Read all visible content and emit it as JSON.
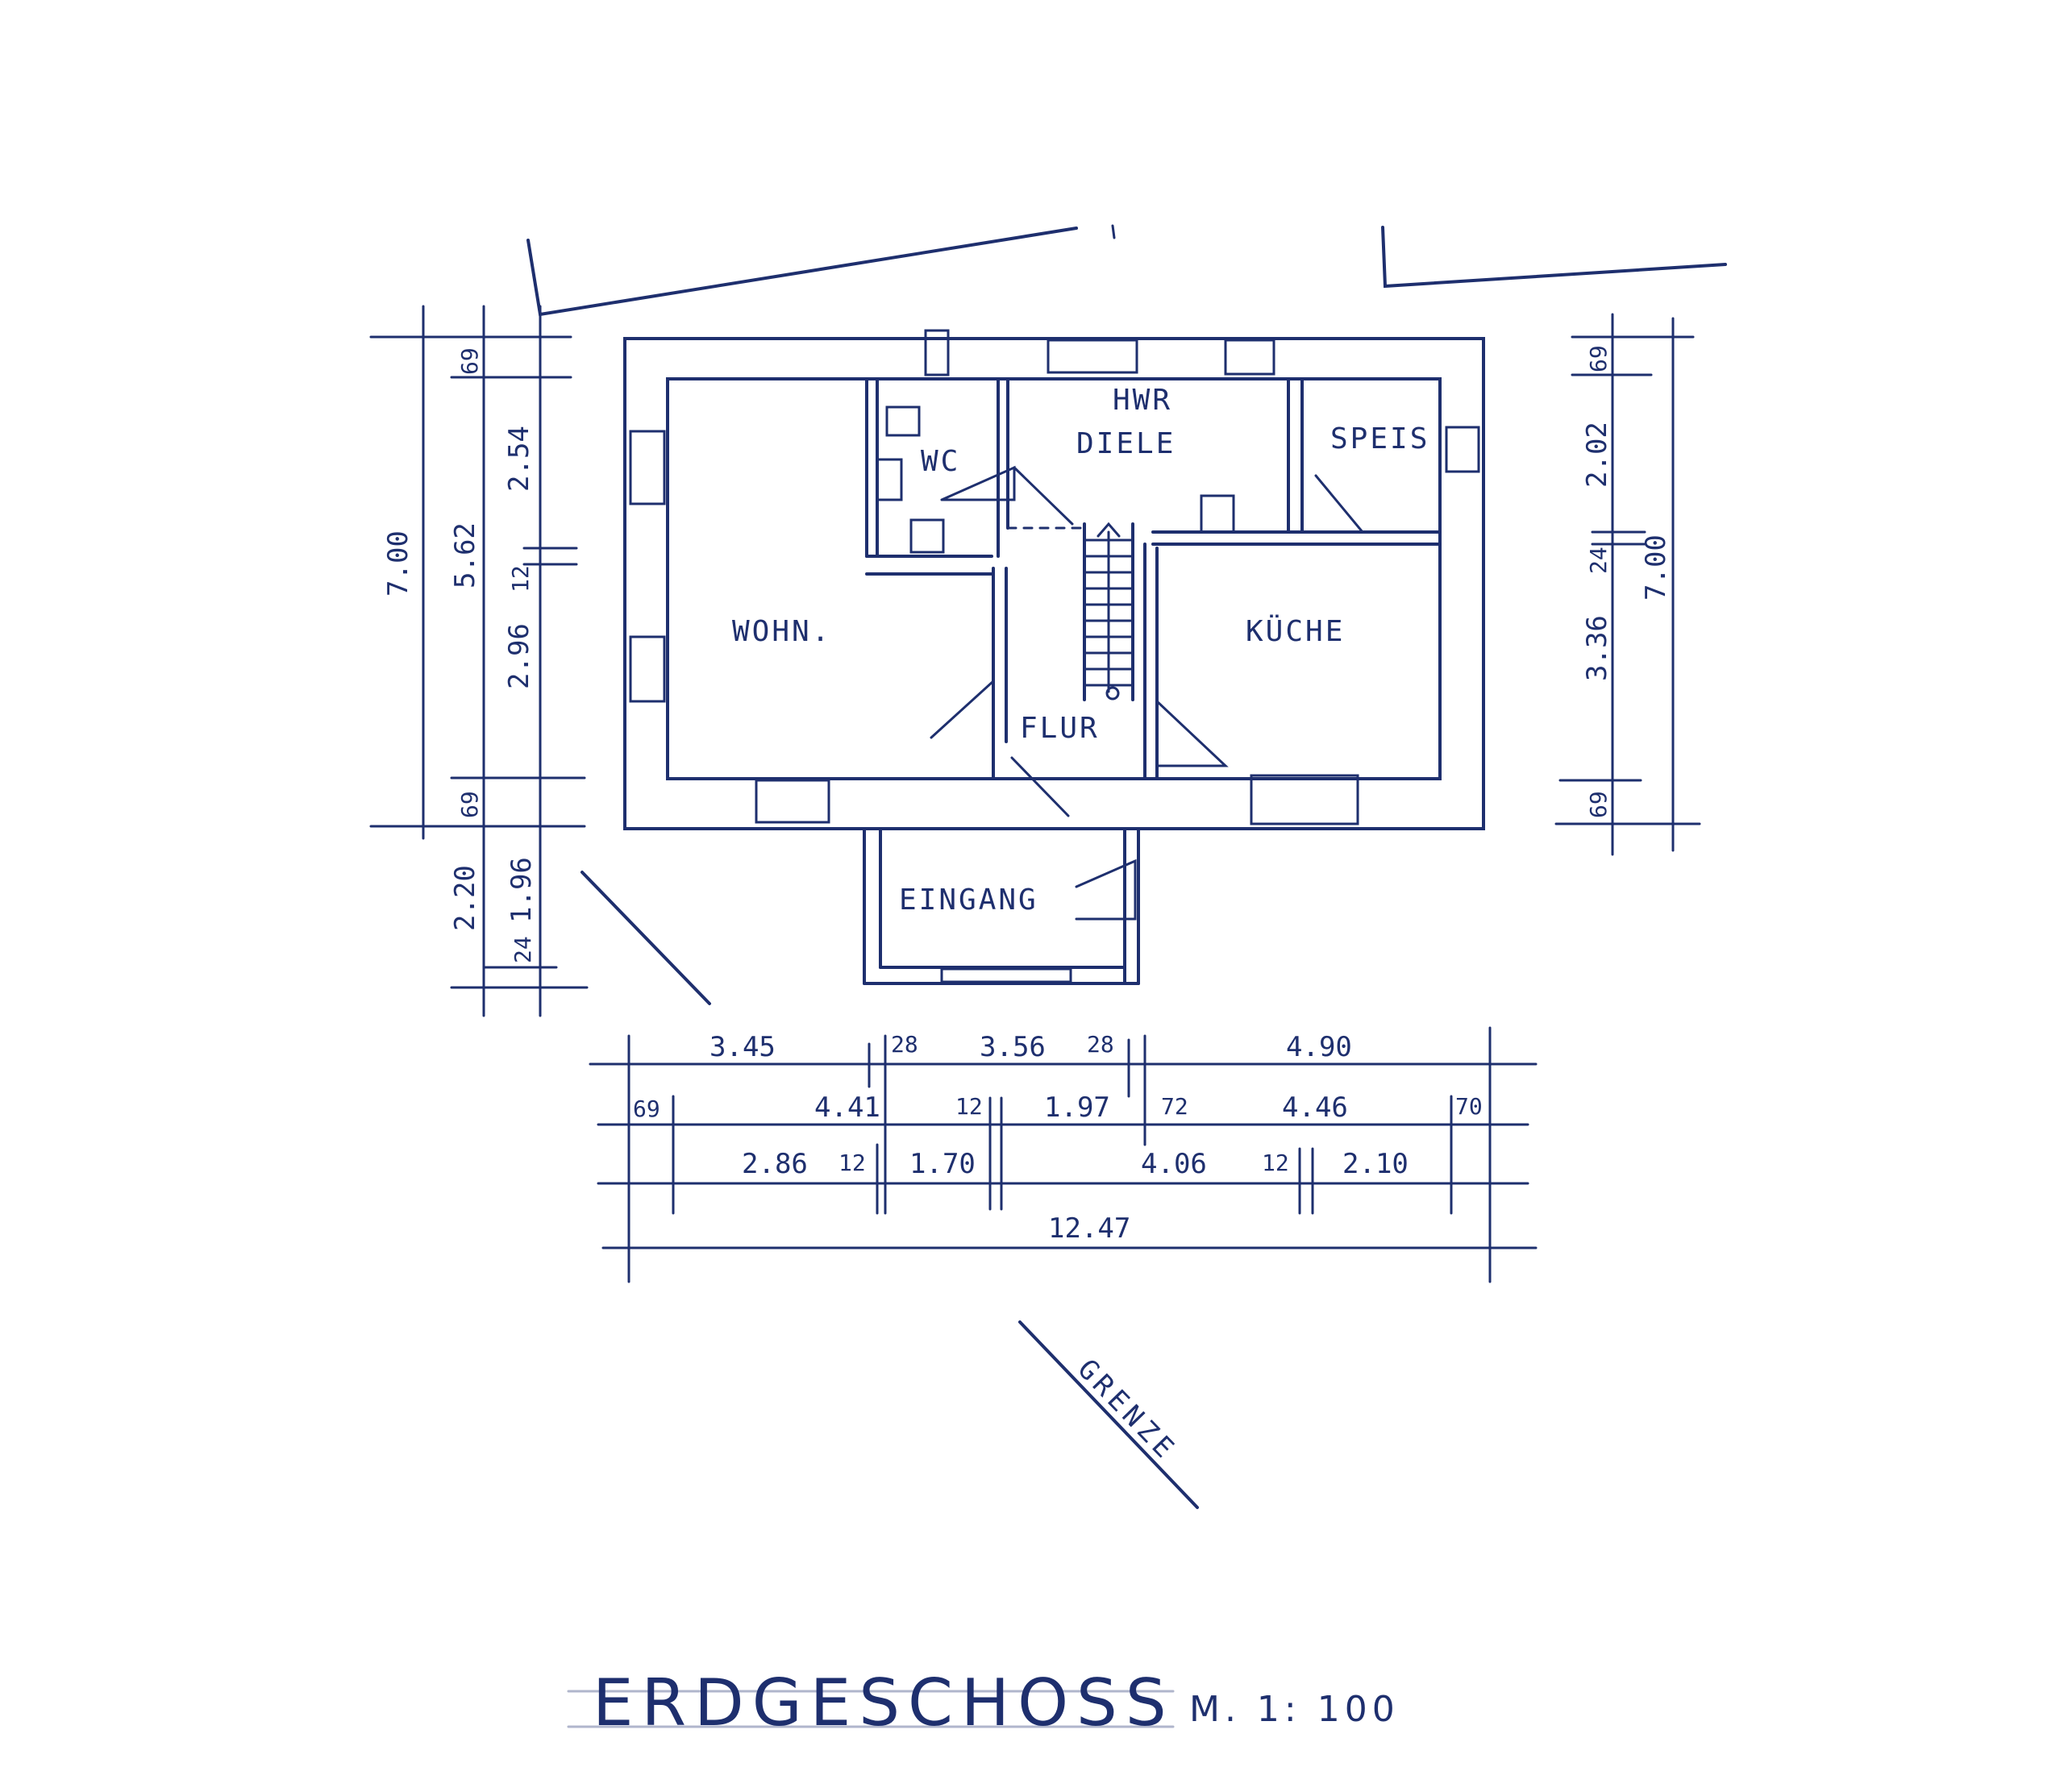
{
  "rooms": {
    "hwr": "HWR",
    "diele": "DIELE",
    "wc": "WC",
    "speis": "SPEIS",
    "wohn": "WOHN.",
    "kueche": "KÜCHE",
    "flur": "FLUR",
    "eingang": "EINGANG"
  },
  "dims_left": {
    "total": "7.00",
    "upper_sum": "5.62",
    "top_wall": "69",
    "upper": "2.54",
    "inner_wall": "12",
    "lower": "2.96",
    "bottom_wall": "69",
    "entry": "2.20",
    "entry_wall": "24",
    "entry_inner": "1.96"
  },
  "dims_right": {
    "top_wall": "69",
    "upper": "2.02",
    "inner_wall": "24",
    "lower": "3.36",
    "bottom_wall": "69",
    "total": "7.00"
  },
  "dims_bottom": {
    "row1": [
      "3.45",
      "28",
      "3.56",
      "28",
      "4.90"
    ],
    "row2": [
      "69",
      "4.41",
      "12",
      "1.97",
      "72",
      "4.46",
      "70"
    ],
    "row3": [
      "2.86",
      "12",
      "1.70",
      "4.06",
      "12",
      "2.10"
    ],
    "total": "12.47"
  },
  "boundary_label": "GRENZE",
  "title": "ERDGESCHOSS",
  "scale": "M. 1: 100"
}
